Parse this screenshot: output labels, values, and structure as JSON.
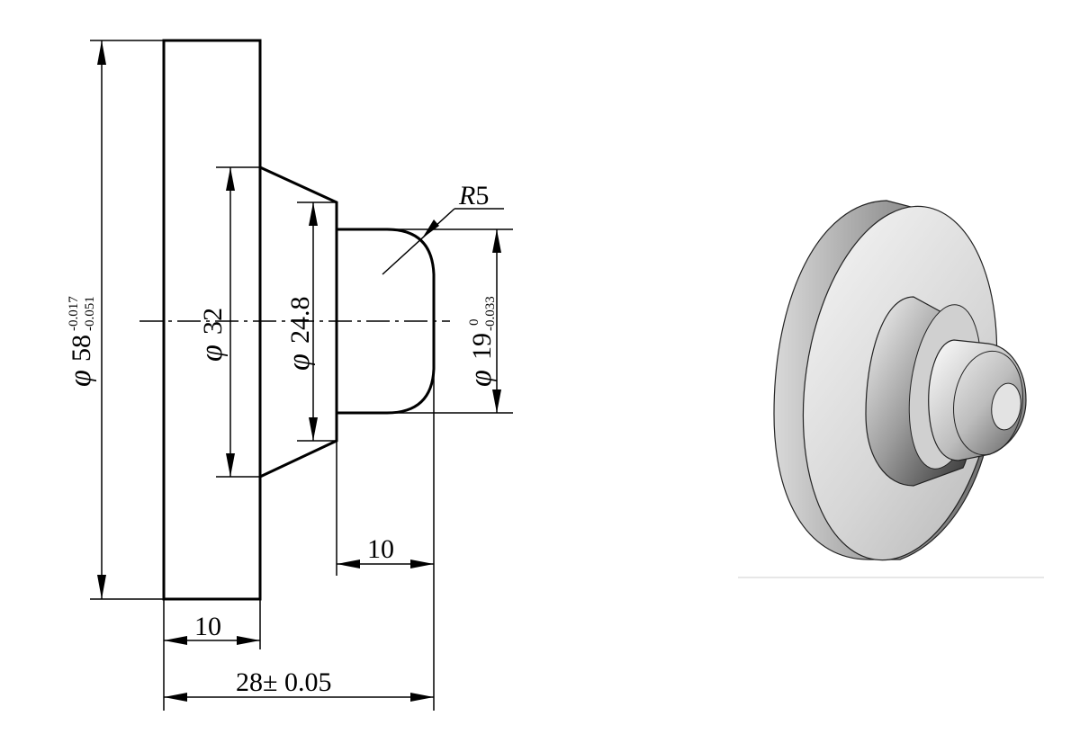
{
  "drawing": {
    "dimensions": {
      "phi58": {
        "symbol": "φ",
        "value": "58",
        "upper": "-0.017",
        "lower": "-0.051"
      },
      "phi32": {
        "symbol": "φ",
        "value": "32"
      },
      "phi24_8": {
        "symbol": "φ",
        "value": "24.8"
      },
      "phi19": {
        "symbol": "φ",
        "value": "19",
        "upper": "0",
        "lower": "-0.033"
      },
      "r5": {
        "letter": "R",
        "value": "5"
      },
      "len10_flange": "10",
      "len10_pin": "10",
      "len28": "28± 0.05"
    }
  },
  "render": {
    "caption": ""
  }
}
